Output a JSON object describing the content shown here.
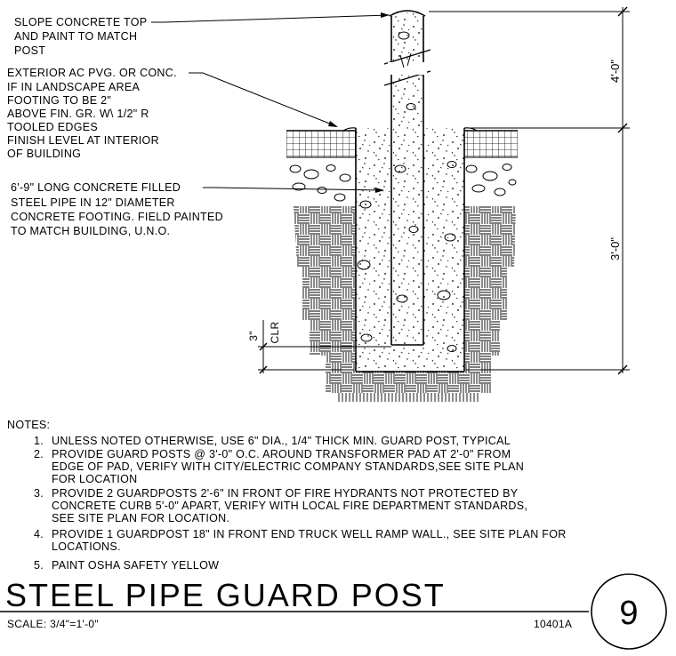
{
  "callouts": {
    "slope_top": [
      "SLOPE CONCRETE TOP",
      "AND PAINT TO MATCH",
      "POST"
    ],
    "exterior_pvg": [
      "EXTERIOR AC PVG. OR CONC.",
      "IF IN LANDSCAPE AREA",
      "FOOTING TO BE  2\"",
      "ABOVE FIN. GR. W\\ 1/2\" R",
      "TOOLED EDGES",
      "FINISH LEVEL AT INTERIOR",
      "OF BUILDING"
    ],
    "steel_pipe": [
      "6'-9\" LONG CONCRETE FILLED",
      "STEEL PIPE IN 12\" DIAMETER",
      "CONCRETE FOOTING. FIELD PAINTED",
      "TO MATCH BUILDING, U.N.O."
    ]
  },
  "dimensions": {
    "above_grade": "4'-0\"",
    "below_grade": "3'-0\"",
    "clearance": "3\"",
    "clearance_label": "CLR"
  },
  "notes": {
    "heading": "NOTES:",
    "items": [
      {
        "num": "1.",
        "lines": [
          "UNLESS NOTED OTHERWISE, USE 6\" DIA., 1/4\" THICK MIN. GUARD POST, TYPICAL"
        ]
      },
      {
        "num": "2.",
        "lines": [
          "PROVIDE GUARD POSTS @ 3'-0\" O.C. AROUND TRANSFORMER PAD AT 2'-0\" FROM",
          "EDGE OF PAD, VERIFY WITH CITY/ELECTRIC COMPANY STANDARDS,SEE SITE PLAN",
          "FOR LOCATION"
        ]
      },
      {
        "num": "3.",
        "lines": [
          "PROVIDE 2 GUARDPOSTS 2'-6\" IN FRONT OF FIRE HYDRANTS NOT PROTECTED BY",
          "CONCRETE CURB 5'-0\" APART, VERIFY WITH LOCAL FIRE DEPARTMENT STANDARDS,",
          "SEE SITE PLAN FOR LOCATION."
        ]
      },
      {
        "num": "4.",
        "lines": [
          "PROVIDE 1 GUARDPOST 18\" IN FRONT END TRUCK WELL RAMP WALL., SEE SITE PLAN FOR",
          "LOCATIONS."
        ]
      },
      {
        "num": "5.",
        "lines": [
          "PAINT OSHA SAFETY YELLOW"
        ]
      }
    ]
  },
  "title_block": {
    "title": "STEEL PIPE GUARD POST",
    "scale": "SCALE:  3/4\"=1'-0\"",
    "drawing_code": "10401A",
    "detail_number": "9"
  }
}
